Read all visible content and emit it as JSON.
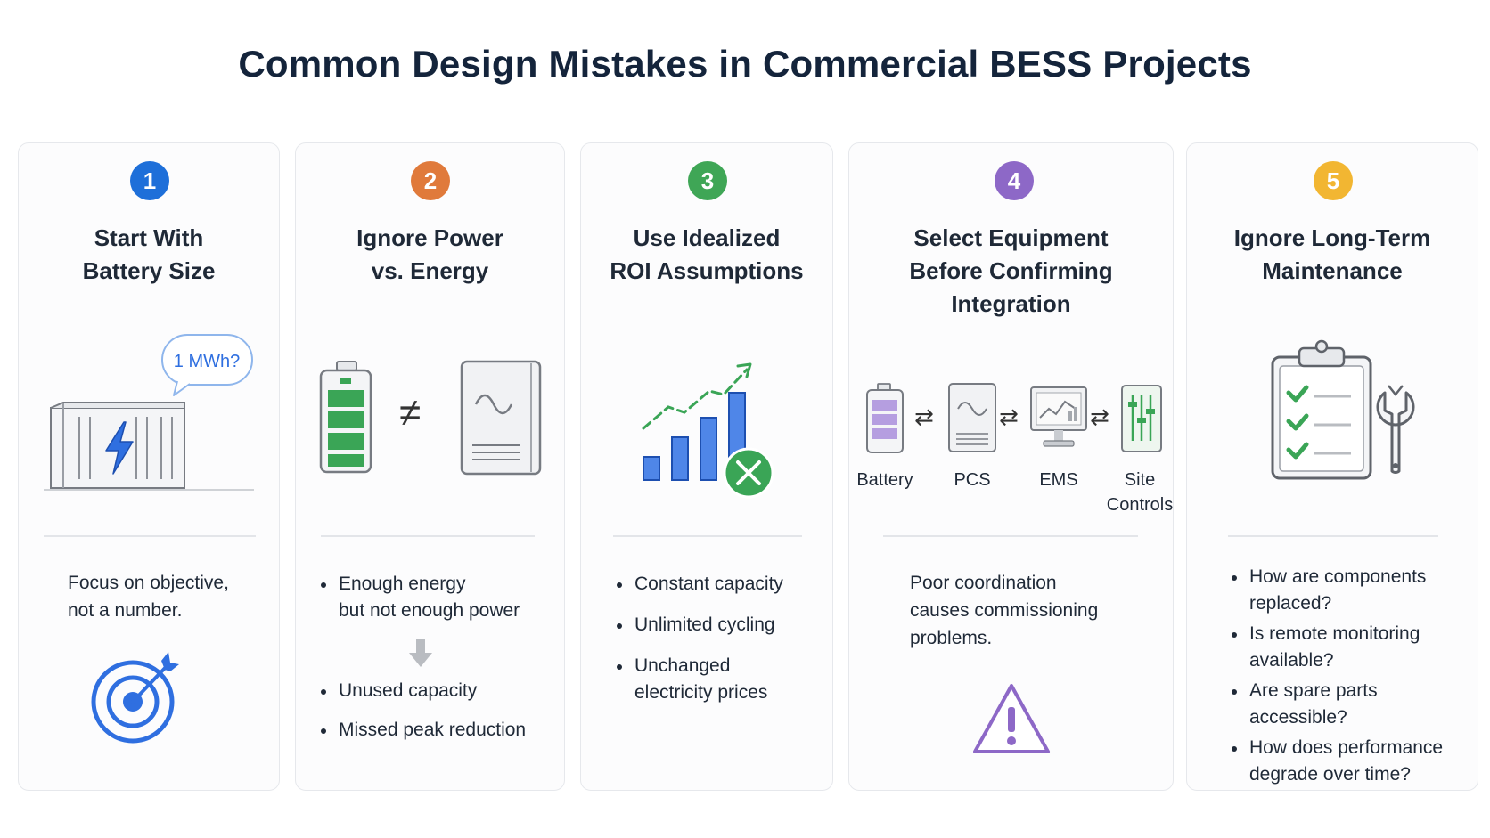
{
  "title": "Common Design Mistakes in Commercial BESS Projects",
  "colors": {
    "badge1": "#1e6fd9",
    "badge2": "#e07a3b",
    "badge3": "#3fa656",
    "badge4": "#8d68c7",
    "badge5": "#f2b632",
    "blue": "#2f6fe0",
    "green": "#3aa556",
    "purple": "#8d68c7",
    "gray": "#6b6f76"
  },
  "cards": [
    {
      "number": "1",
      "title_lines": [
        "Start With",
        "Battery Size"
      ],
      "bubble": "1 MWh?",
      "text_lines": [
        "Focus on objective,",
        "not a number."
      ],
      "icon_top": "battery-container-icon",
      "icon_bottom": "target-icon"
    },
    {
      "number": "2",
      "title_lines": [
        "Ignore Power",
        "vs. Energy"
      ],
      "symbol": "≠",
      "bullet1": [
        "Enough energy",
        "but not enough power"
      ],
      "bullet2": "Unused capacity",
      "bullet3": "Missed peak reduction",
      "icon_top": "battery-icon",
      "icon_mid": "arrow-down-icon"
    },
    {
      "number": "3",
      "title_lines": [
        "Use Idealized",
        "ROI Assumptions"
      ],
      "bullets": [
        [
          "Constant capacity"
        ],
        [
          "Unlimited cycling"
        ],
        [
          "Unchanged",
          "electricity prices"
        ]
      ],
      "icon_top": "bar-chart-x-icon"
    },
    {
      "number": "4",
      "title_lines": [
        "Select Equipment",
        "Before Confirming",
        "Integration"
      ],
      "chain": [
        {
          "label": [
            "Battery"
          ]
        },
        {
          "label": [
            "PCS"
          ]
        },
        {
          "label": [
            "EMS"
          ]
        },
        {
          "label": [
            "Site",
            "Controls"
          ]
        }
      ],
      "text_lines": [
        "Poor coordination",
        "causes commissioning",
        "problems."
      ],
      "icon_bottom": "warning-icon"
    },
    {
      "number": "5",
      "title_lines": [
        "Ignore Long-Term",
        "Maintenance"
      ],
      "bullets": [
        [
          "How are components",
          "replaced?"
        ],
        [
          "Is remote monitoring",
          "available?"
        ],
        [
          "Are spare parts",
          "accessible?"
        ],
        [
          "How does performance",
          "degrade over time?"
        ]
      ],
      "icon_top": "clipboard-wrench-icon"
    }
  ]
}
